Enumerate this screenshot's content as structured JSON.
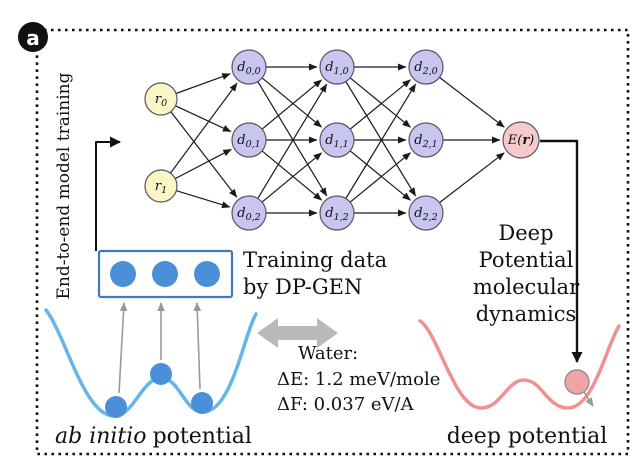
{
  "panel": {
    "label": "a"
  },
  "colors": {
    "input_node": "#faf6c6",
    "hidden_node": "#c9c5f1",
    "output_node": "#f6caca",
    "data_dot": "#4a90d9",
    "box_border": "#3f7ac0",
    "ab_initio_curve": "#63b6ea",
    "deep_curve": "#f0908f",
    "ball": "#f2a4a4",
    "double_arrow": "#b9b9b9"
  },
  "network": {
    "inputs": [
      {
        "base": "r",
        "sub": "0"
      },
      {
        "base": "r",
        "sub": "1"
      }
    ],
    "hidden": [
      {
        "base": "d",
        "sub": "0,0"
      },
      {
        "base": "d",
        "sub": "0,1"
      },
      {
        "base": "d",
        "sub": "0,2"
      },
      {
        "base": "d",
        "sub": "1,0"
      },
      {
        "base": "d",
        "sub": "1,1"
      },
      {
        "base": "d",
        "sub": "1,2"
      },
      {
        "base": "d",
        "sub": "2,0"
      },
      {
        "base": "d",
        "sub": "2,1"
      },
      {
        "base": "d",
        "sub": "2,2"
      }
    ],
    "output": {
      "pre": "E(",
      "arg": "r",
      "post": ")"
    }
  },
  "labels": {
    "end_to_end": "End-to-end model training",
    "training_data_line1": "Training data",
    "training_data_line2": "by DP-GEN",
    "dpmd_line1": "Deep",
    "dpmd_line2": "Potential",
    "dpmd_line3": "molecular",
    "dpmd_line4": "dynamics",
    "water_title": "Water:",
    "delta_e": "ΔE: 1.2 meV/mole",
    "delta_f": "ΔF: 0.037 eV/A",
    "ab_initio_italic": "ab initio",
    "ab_initio_rest": "potential",
    "deep_potential": "deep potential"
  }
}
